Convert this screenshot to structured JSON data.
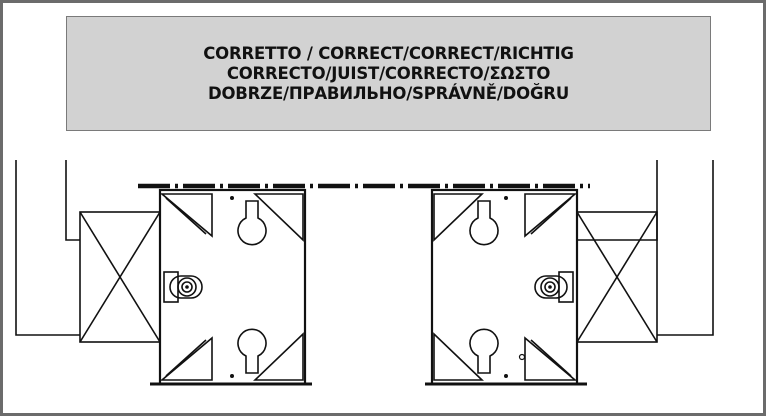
{
  "banner": {
    "lines": [
      "CORRETTO / CORRECT/CORRECT/RICHTIG",
      "CORRECTO/JUIST/CORRECTO/ΣΩΣΤΟ",
      "DOBRZE/ПРАВИЛЬНО/SPRÁVNĚ/DOĞRU"
    ]
  },
  "colors": {
    "frame_border": "#6b6b6b",
    "banner_bg": "#d2d2d2",
    "line": "#111111"
  },
  "icons": [
    "mounting-box-left",
    "mounting-box-right",
    "door-hinge-left",
    "door-hinge-right",
    "dash-dot-alignment-line"
  ]
}
